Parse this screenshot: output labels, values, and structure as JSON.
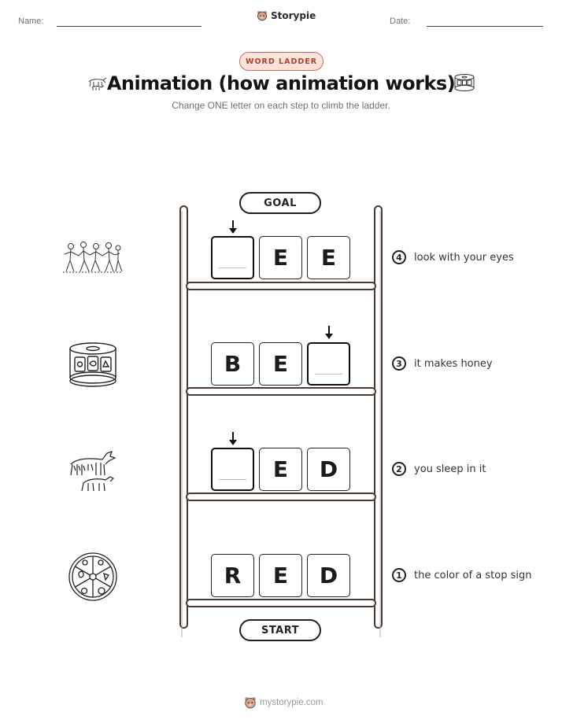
{
  "header": {
    "name_label": "Name:",
    "date_label": "Date:",
    "brand": "Storypie"
  },
  "badge": "WORD LADDER",
  "title": "Animation (how animation works)",
  "subtitle": "Change ONE letter on each step to climb the ladder.",
  "ladder": {
    "goal_label": "GOAL",
    "start_label": "START",
    "rows": [
      {
        "step": "4",
        "letters": [
          "",
          "E",
          "E"
        ],
        "clue": "look with your eyes"
      },
      {
        "step": "3",
        "letters": [
          "B",
          "E",
          ""
        ],
        "clue": "it makes honey"
      },
      {
        "step": "2",
        "letters": [
          "",
          "E",
          "D"
        ],
        "clue": "you sleep in it"
      },
      {
        "step": "1",
        "letters": [
          "R",
          "E",
          "D"
        ],
        "clue": "the color of a stop sign"
      }
    ]
  },
  "footer": {
    "url": "mystorypie.com"
  },
  "colors": {
    "badge_bg": "#fbe4dc",
    "badge_border": "#d46a55",
    "badge_text": "#b03f2b",
    "ladder": "#4a3a32"
  },
  "icons": [
    "bear-logo-icon",
    "film-reel-icon",
    "animals-sketch-icon",
    "crowd-sketch-icon",
    "pie-chart-sketch-icon"
  ]
}
